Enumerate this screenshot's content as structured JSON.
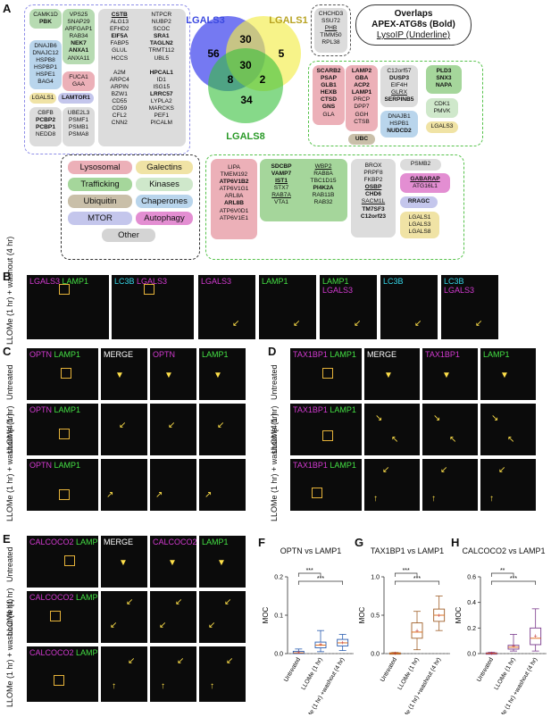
{
  "panel_labels": {
    "a": "A",
    "b": "B",
    "c": "C",
    "d": "D",
    "e": "E",
    "f": "F",
    "g": "G",
    "h": "H"
  },
  "venn": {
    "sets": [
      "LGALS3",
      "LGALS1",
      "LGALS8"
    ],
    "colors": {
      "LGALS3": "#3b49e0",
      "LGALS1": "#b8a322",
      "LGALS8": "#2a9a28"
    },
    "counts": {
      "lgals3_only": "56",
      "lgals1_only": "5",
      "lgals8_only": "34",
      "l3_l1": "30",
      "l3_l8": "8",
      "l1_l8": "2",
      "all": "30"
    }
  },
  "overlaps_legend": {
    "title": "Overlaps",
    "line2": "APEX-ATG8s (Bold)",
    "line3": "LysoIP (Underline)"
  },
  "lgals3_boxes": {
    "green1": [
      "CAMK1D",
      "PBK"
    ],
    "green2": [
      "VPS25",
      "SNAP29",
      "ARFGAP1",
      "RAB34",
      "NEK7",
      "ANXA1",
      "ANXA11"
    ],
    "blue1": [
      "DNAJB6",
      "DNAJC12",
      "HSPB8",
      "HSPBP1",
      "HSPE1",
      "BAG4"
    ],
    "gold1": [
      "LGALS1"
    ],
    "purple1": [
      "LAMTOR1"
    ],
    "red1": [
      "FUCA1",
      "GAA"
    ],
    "grey1": [
      "CBFB",
      "PCBP2",
      "PCBP1",
      "NEDD8"
    ],
    "grey2": [
      "UBE2L3",
      "PSMF1",
      "PSMB1",
      "PSMA8"
    ],
    "grey_big_col1": [
      "CSTB",
      "ALG13",
      "EFHD2",
      "EIF5A",
      "FABP5",
      "GLUL",
      "HCCS",
      "",
      "A2M",
      "ARPC4",
      "ARPIN",
      "BZW1",
      "CD55",
      "CD59",
      "CFL2",
      "CNN2"
    ],
    "grey_big_col2": [
      "NTPCR",
      "NUBP2",
      "SCOC",
      "SRA1",
      "TAGLN2",
      "TRMT112",
      "UBL5",
      "",
      "HPCAL1",
      "ID1",
      "ISG15",
      "LRRC57",
      "LYPLA2",
      "MARCKS",
      "PEF1",
      "PICALM"
    ]
  },
  "lgals1_boxes": {
    "grey1": [
      "CHCHD3",
      "SSU72",
      "PHB",
      "TIMM50",
      "RPL38"
    ],
    "red1": [
      "SCARB2",
      "PSAP",
      "GLB1",
      "HEXB",
      "CTSD",
      "GNS",
      "GLA"
    ],
    "red2": [
      "LAMP2",
      "GBA",
      "ACP2",
      "LAMP1",
      "PRCP",
      "DPP7",
      "GGH",
      "CTSB"
    ],
    "grey2": [
      "C12orf57",
      "DUSP3",
      "EIF4H",
      "GLRX",
      "SERPINB5"
    ],
    "green1": [
      "PLD3",
      "SNX3",
      "NAPA"
    ],
    "blue1": [
      "DNAJB1",
      "HSPB1",
      "NUDCD2"
    ],
    "green2": [
      "CDK1",
      "PMVK"
    ],
    "gold1": [
      "LGALS3"
    ],
    "ubc": [
      "UBC"
    ]
  },
  "categories": [
    "Lysosomal",
    "Galectins",
    "Trafficking",
    "Kinases",
    "Ubiquitin",
    "Chaperones",
    "MTOR",
    "Autophagy",
    "Other"
  ],
  "lgals8_boxes": {
    "red1": [
      "LIPA",
      "TMEM192",
      "ATP6V1B2",
      "ATP6V1G1",
      "ARL8A",
      "ARL8B",
      "ATP6V0D1",
      "ATP6V1E1"
    ],
    "green1_col1": [
      "SDCBP",
      "VAMP7",
      "IST1",
      "STX7",
      "RAB7A",
      "VTA1"
    ],
    "green1_col2": [
      "WBP2",
      "RAB8A",
      "TBC1D15",
      "PI4K2A",
      "RAB11B",
      "RAB32"
    ],
    "grey1": [
      "BROX",
      "PRPF8",
      "FKBP2",
      "OSBP",
      "CHD6",
      "SACM1L",
      "TM7SF3",
      "C12orf23"
    ],
    "grey2": [
      "PSMB2"
    ],
    "pink1": [
      "GABARAP",
      "ATG16L1"
    ],
    "purple1": [
      "RRAGC"
    ],
    "gold1": [
      "LGALS1",
      "LGALS3",
      "LGALS8"
    ]
  },
  "panel_b": {
    "row_label": "LLOMe (1 hr) + washout (4 hr)",
    "img1_a": "LGALS3",
    "img1_b": "LAMP1",
    "img2_a": "LC3B",
    "img2_b": "LGALS3",
    "z1": "LGALS3",
    "z2": "LAMP1",
    "z3a": "LAMP1",
    "z3b": "LGALS3",
    "z4": "LC3B",
    "z5a": "LC3B",
    "z5b": "LGALS3"
  },
  "panel_c": {
    "marker": "OPTN",
    "lamp": "LAMP1",
    "merge": "MERGE"
  },
  "panel_d": {
    "marker": "TAX1BP1",
    "lamp": "LAMP1",
    "merge": "MERGE"
  },
  "panel_e": {
    "marker": "CALCOCO2",
    "lamp": "LAMP1",
    "merge": "MERGE"
  },
  "conditions": {
    "untreated": "Untreated",
    "llome": "LLOMe (1 hr)",
    "washout": "LLOMe (1 hr) + washout (4 hr)"
  },
  "chart_data": [
    {
      "type": "box",
      "title": "OPTN vs LAMP1",
      "ylabel": "MOC",
      "ylim": [
        0,
        0.2
      ],
      "yticks": [
        "0.0",
        "0.1",
        "0.2"
      ],
      "categories": [
        "Untreated",
        "LLOMe (1 hr)",
        "LLOMe (1 hr) +washout (4 hr)"
      ],
      "boxes": [
        {
          "min": 0,
          "q1": 0.0,
          "median": 0.002,
          "q3": 0.006,
          "max": 0.012,
          "mean": 0.004
        },
        {
          "min": 0.005,
          "q1": 0.015,
          "median": 0.022,
          "q3": 0.03,
          "max": 0.06,
          "mean": 0.024
        },
        {
          "min": 0.008,
          "q1": 0.02,
          "median": 0.028,
          "q3": 0.037,
          "max": 0.05,
          "mean": 0.029
        }
      ],
      "significance": [
        {
          "pair": [
            0,
            1
          ],
          "label": "***"
        },
        {
          "pair": [
            0,
            2
          ],
          "label": "***"
        }
      ],
      "color": "#2a5db0"
    },
    {
      "type": "box",
      "title": "TAX1BP1 vs LAMP1",
      "ylabel": "MOC",
      "ylim": [
        0,
        1.0
      ],
      "yticks": [
        "0.0",
        "0.5",
        "1.0"
      ],
      "categories": [
        "Untreated",
        "LLOMe (1 hr)",
        "LLOMe (1 hr) +washout (4 hr)"
      ],
      "boxes": [
        {
          "min": 0,
          "q1": 0.0,
          "median": 0.003,
          "q3": 0.01,
          "max": 0.015,
          "mean": 0.005
        },
        {
          "min": 0.05,
          "q1": 0.2,
          "median": 0.28,
          "q3": 0.4,
          "max": 0.55,
          "mean": 0.3
        },
        {
          "min": 0.3,
          "q1": 0.42,
          "median": 0.5,
          "q3": 0.58,
          "max": 0.75,
          "mean": 0.5
        }
      ],
      "significance": [
        {
          "pair": [
            0,
            1
          ],
          "label": "***"
        },
        {
          "pair": [
            0,
            2
          ],
          "label": "***"
        }
      ],
      "color": "#a0602a"
    },
    {
      "type": "box",
      "title": "CALCOCO2 vs LAMP1",
      "ylabel": "MOC",
      "ylim": [
        0,
        0.6
      ],
      "yticks": [
        "0.0",
        "0.2",
        "0.4",
        "0.6"
      ],
      "categories": [
        "Untreated",
        "LLOMe (1 hr)",
        "LLOMe (1 hr) +washout (4 hr)"
      ],
      "boxes": [
        {
          "min": 0,
          "q1": 0.0,
          "median": 0.002,
          "q3": 0.006,
          "max": 0.01,
          "mean": 0.003
        },
        {
          "min": 0.02,
          "q1": 0.035,
          "median": 0.05,
          "q3": 0.065,
          "max": 0.15,
          "mean": 0.06
        },
        {
          "min": 0.02,
          "q1": 0.07,
          "median": 0.12,
          "q3": 0.2,
          "max": 0.35,
          "mean": 0.14
        }
      ],
      "significance": [
        {
          "pair": [
            0,
            1
          ],
          "label": "**"
        },
        {
          "pair": [
            0,
            2
          ],
          "label": "***"
        }
      ],
      "color": "#7a3a8c"
    }
  ]
}
